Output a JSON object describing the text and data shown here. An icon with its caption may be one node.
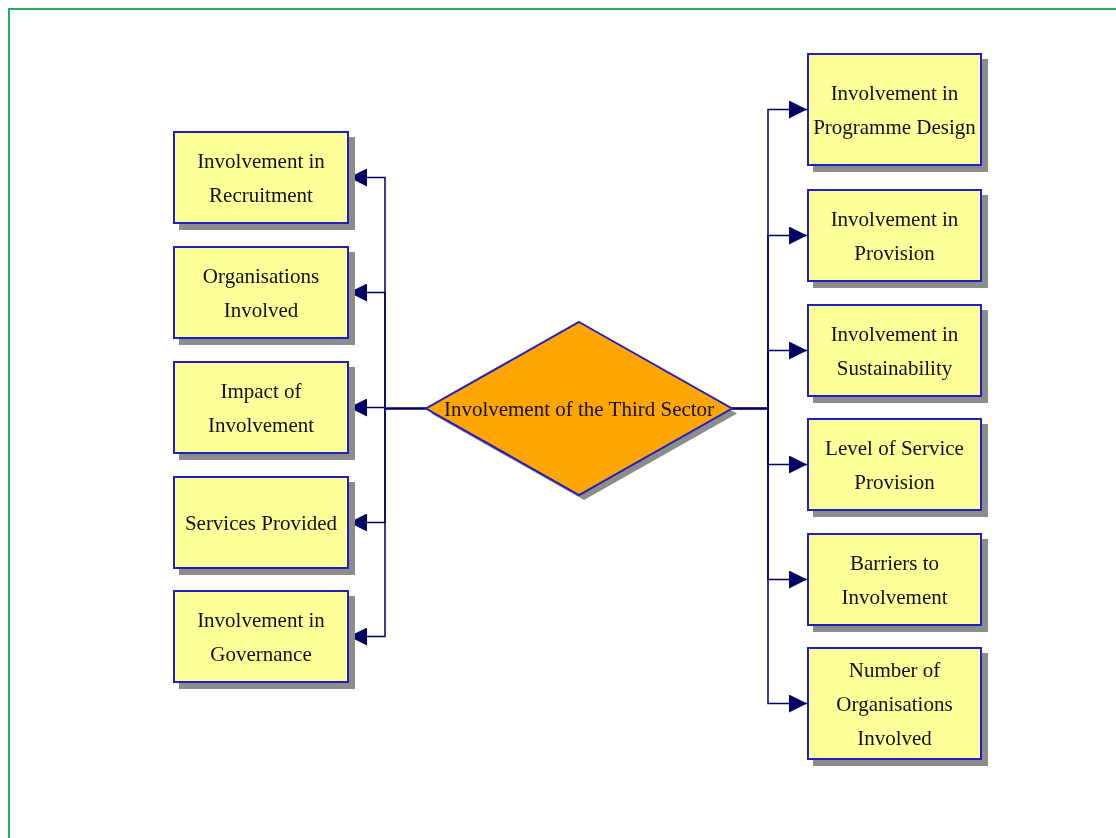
{
  "diagram": {
    "nodes": [
      {
        "text": [
          "Involvement of the Third Sector"
        ]
      },
      {
        "text": [
          "Involvement in Recruitment"
        ]
      },
      {
        "text": [
          "Organisations Involved"
        ]
      },
      {
        "text": [
          "Impact of Involvement"
        ]
      },
      {
        "text": [
          "Services Provided"
        ]
      },
      {
        "text": [
          "Involvement in Governance"
        ]
      },
      {
        "text": [
          "Involvement in Programme Design"
        ]
      },
      {
        "text": [
          "Involvement in Provision"
        ]
      },
      {
        "text": [
          "Involvement in Sustainability"
        ]
      },
      {
        "text": [
          "Level of Service Provision"
        ]
      },
      {
        "text": [
          "Barriers to Involvement"
        ]
      },
      {
        "text": [
          "Number of Organisations Involved"
        ]
      }
    ],
    "edges": [
      {
        "from": 0,
        "to": 1,
        "arrow": "to"
      },
      {
        "from": 0,
        "to": 2,
        "arrow": "to"
      },
      {
        "from": 0,
        "to": 3,
        "arrow": "to"
      },
      {
        "from": 0,
        "to": 4,
        "arrow": "to"
      },
      {
        "from": 0,
        "to": 5,
        "arrow": "to"
      },
      {
        "from": 0,
        "to": 6,
        "arrow": "to"
      },
      {
        "from": 0,
        "to": 7,
        "arrow": "to"
      },
      {
        "from": 0,
        "to": 8,
        "arrow": "to"
      },
      {
        "from": 0,
        "to": 9,
        "arrow": "to"
      },
      {
        "from": 0,
        "to": 10,
        "arrow": "to"
      },
      {
        "from": 0,
        "to": 11,
        "arrow": "to"
      }
    ]
  }
}
